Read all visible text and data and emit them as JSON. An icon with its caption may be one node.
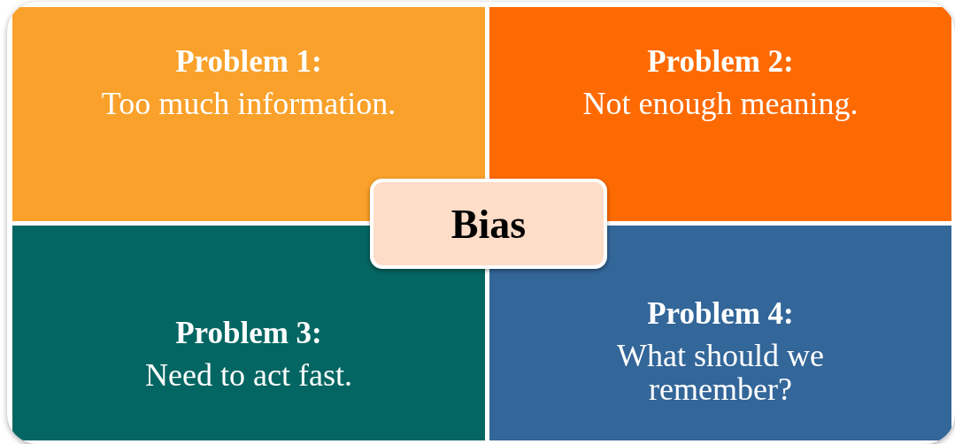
{
  "diagram": {
    "nodes": [
      {
        "text": [
          "Problem 1:",
          "Too much information."
        ]
      },
      {
        "text": [
          "Problem 2:",
          "Not enough meaning."
        ]
      },
      {
        "text": [
          "Problem 3:",
          "Need to act fast."
        ]
      },
      {
        "text": [
          "Problem 4:",
          "What should we remember?"
        ]
      },
      {
        "text": [
          "Bias"
        ]
      }
    ]
  }
}
